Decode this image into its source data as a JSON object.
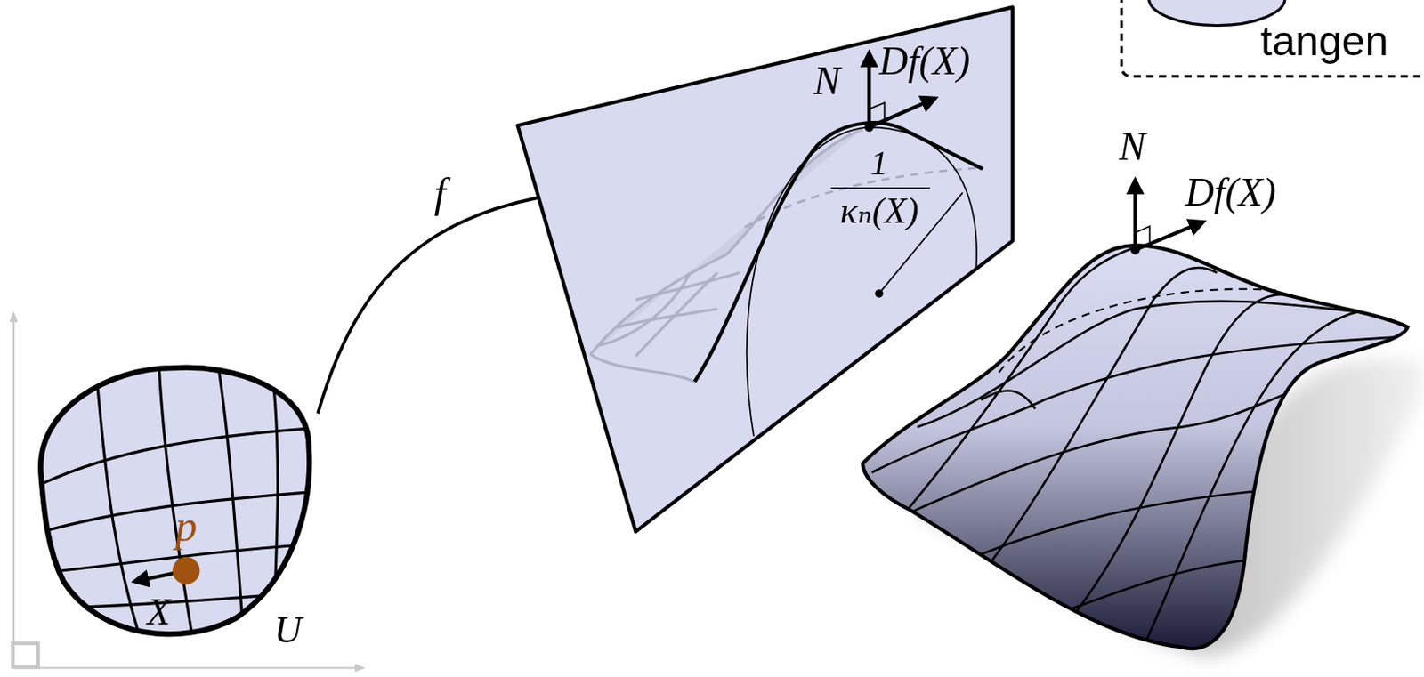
{
  "diagram": {
    "labels": [
      "f",
      "N",
      "Df(X)",
      "1",
      "κₙ(X)",
      "N",
      "Df(X)",
      "tangen",
      "p",
      "X",
      "U"
    ]
  }
}
